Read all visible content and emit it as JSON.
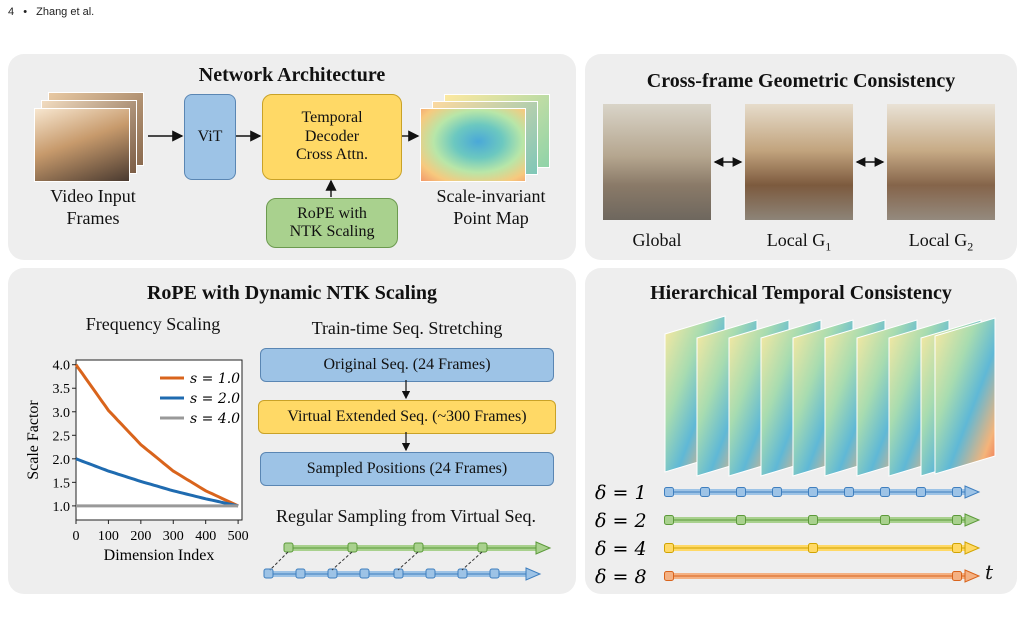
{
  "running_head": {
    "page": "4",
    "sep": "•",
    "authors": "Zhang et al."
  },
  "network": {
    "title": "Network Architecture",
    "input_label": "Video Input Frames",
    "vit": "ViT",
    "decoder_lines": [
      "Temporal",
      "Decoder",
      "Cross Attn."
    ],
    "rope_lines": [
      "RoPE with",
      "NTK Scaling"
    ],
    "output_label_lines": [
      "Scale-invariant",
      "Point Map"
    ]
  },
  "cross_frame": {
    "title": "Cross-frame Geometric Consistency",
    "labels": [
      {
        "text": "Global",
        "sub": ""
      },
      {
        "text": "Local G",
        "sub": "1"
      },
      {
        "text": "Local G",
        "sub": "2"
      }
    ]
  },
  "rope": {
    "title": "RoPE with Dynamic NTK Scaling",
    "chart_title": "Frequency Scaling",
    "stretch_title": "Train-time Seq. Stretching",
    "boxes": [
      "Original Seq. (24 Frames)",
      "Virtual Extended Seq. (~300 Frames)",
      "Sampled Positions (24 Frames)"
    ],
    "sampling_title": "Regular Sampling from Virtual Seq."
  },
  "chart_data": {
    "type": "line",
    "title": "Frequency Scaling",
    "xlabel": "Dimension Index",
    "ylabel": "Scale Factor",
    "xlim": [
      0,
      512
    ],
    "ylim": [
      0.7,
      4.1
    ],
    "xticks": [
      0,
      100,
      200,
      300,
      400,
      500
    ],
    "yticks": [
      1.0,
      1.5,
      2.0,
      2.5,
      3.0,
      3.5,
      4.0
    ],
    "legend_position": "top-right",
    "series": [
      {
        "name": "s = 1.0",
        "color": "#d9641c",
        "x": [
          0,
          100,
          200,
          300,
          400,
          500
        ],
        "y": [
          4.0,
          3.03,
          2.3,
          1.74,
          1.32,
          1.0
        ]
      },
      {
        "name": "s = 2.0",
        "color": "#1f6bb0",
        "x": [
          0,
          100,
          200,
          300,
          400,
          500
        ],
        "y": [
          2.0,
          1.74,
          1.52,
          1.32,
          1.15,
          1.0
        ]
      },
      {
        "name": "s = 4.0",
        "color": "#999999",
        "x": [
          0,
          100,
          200,
          300,
          400,
          500
        ],
        "y": [
          1.0,
          1.0,
          1.0,
          1.0,
          1.0,
          1.0
        ]
      }
    ]
  },
  "hierarchical": {
    "title": "Hierarchical Temporal Consistency",
    "rows": [
      {
        "label": "δ = 1",
        "color": "#9dc3e6",
        "stroke": "#3f7fbf",
        "step": 1
      },
      {
        "label": "δ = 2",
        "color": "#a9d18e",
        "stroke": "#5c9a3a",
        "step": 2
      },
      {
        "label": "δ = 4",
        "color": "#ffd966",
        "stroke": "#d1a400",
        "step": 4
      },
      {
        "label": "δ = 8",
        "color": "#f4b183",
        "stroke": "#d9641c",
        "step": 8
      }
    ],
    "axis_label": "t"
  }
}
